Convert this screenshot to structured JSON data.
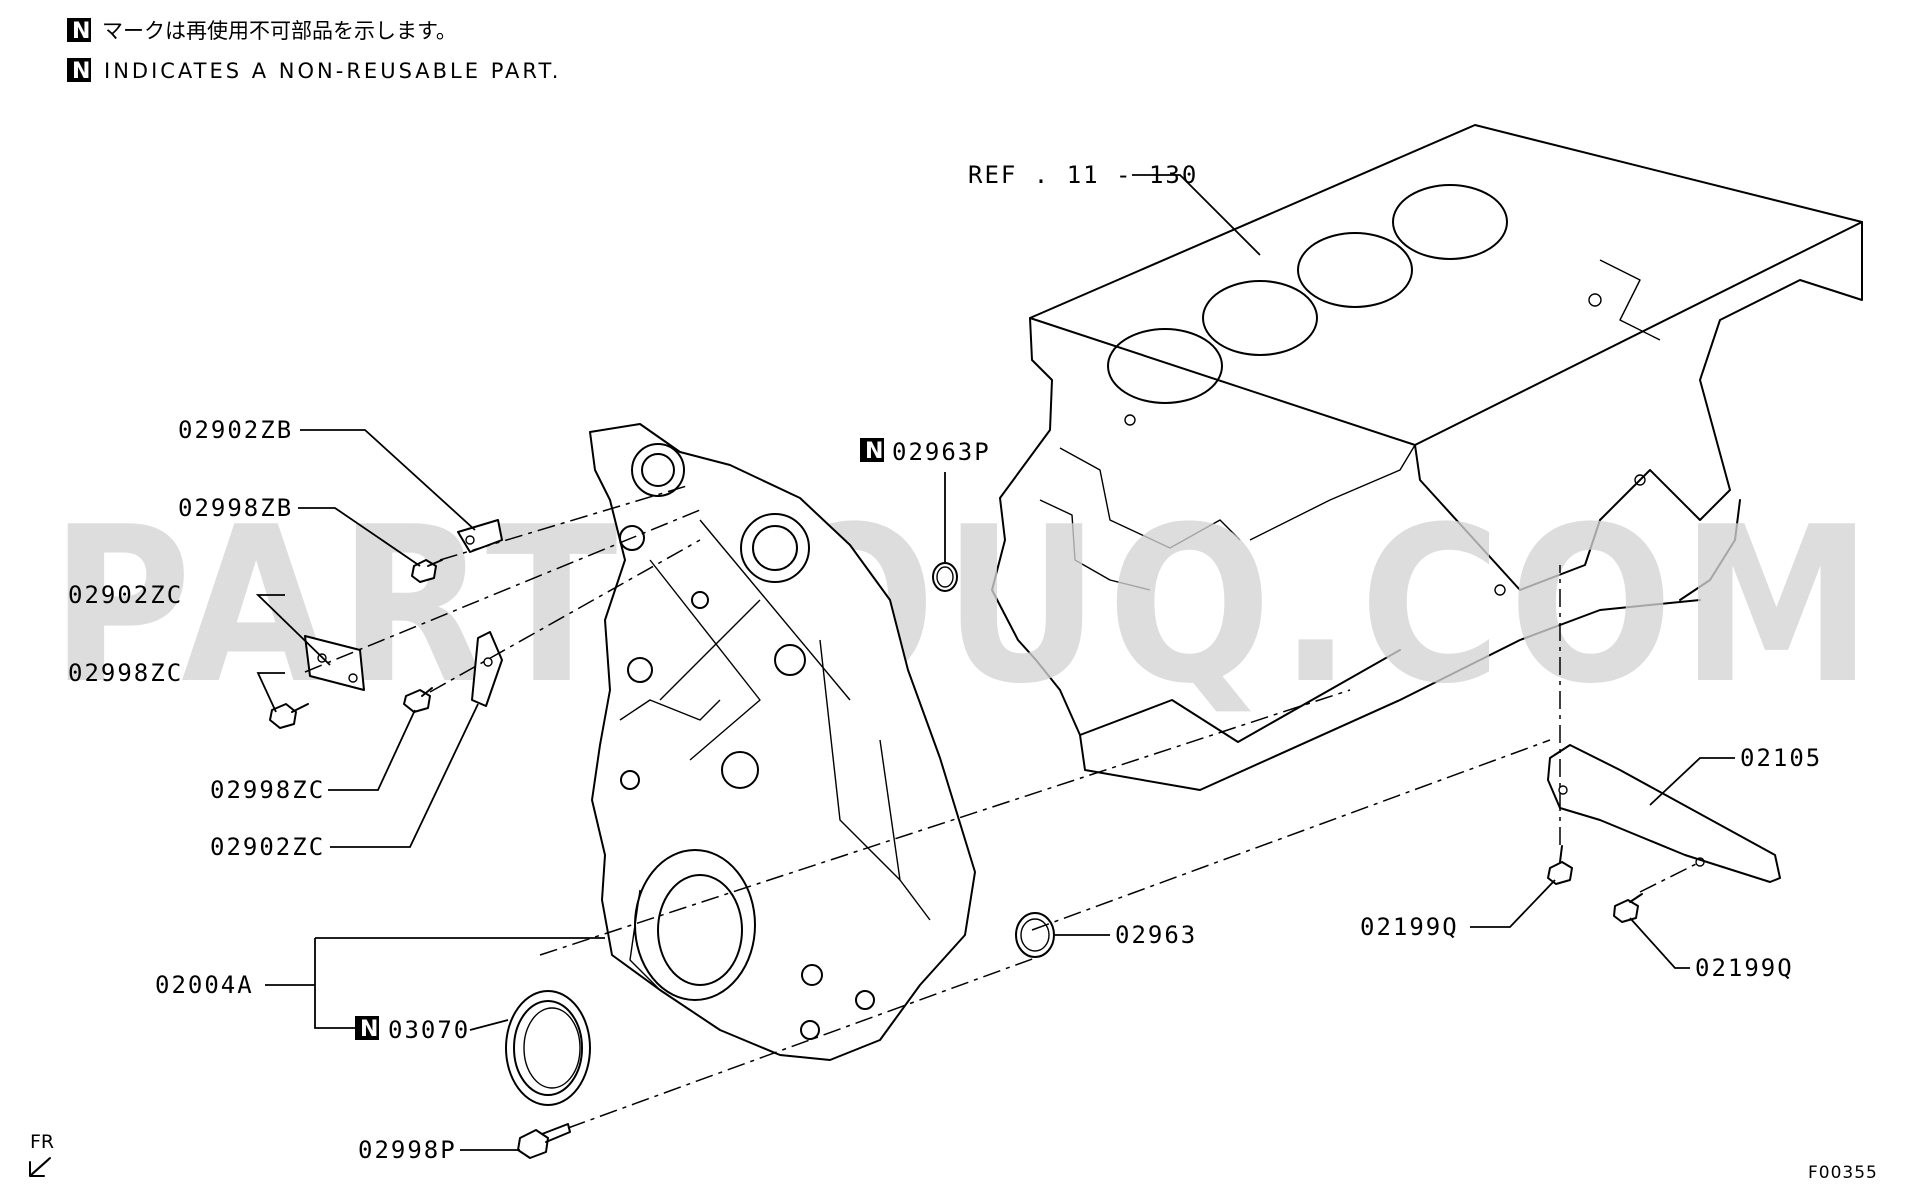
{
  "notes": {
    "line1": "マークは再使用不可部品を示します。",
    "line2": "INDICATES A NON-REUSABLE PART.",
    "marker": "N"
  },
  "watermark": "PARTSOUQ.COM",
  "labels": {
    "ref": "REF . 11 - 130",
    "p02902ZB": "02902ZB",
    "p02998ZB": "02998ZB",
    "p02902ZC_a": "02902ZC",
    "p02998ZC_a": "02998ZC",
    "p02998ZC_b": "02998ZC",
    "p02902ZC_b": "02902ZC",
    "p02963P": "02963P",
    "p02004A": "02004A",
    "p03070": "03070",
    "p02963": "02963",
    "p02998P": "02998P",
    "p02105": "02105",
    "p02199Q_a": "02199Q",
    "p02199Q_b": "02199Q"
  },
  "footer": {
    "fr": "FR",
    "code": "F00355"
  },
  "colors": {
    "ink": "#000000",
    "watermark": "#d3d3d3",
    "background": "#ffffff"
  }
}
